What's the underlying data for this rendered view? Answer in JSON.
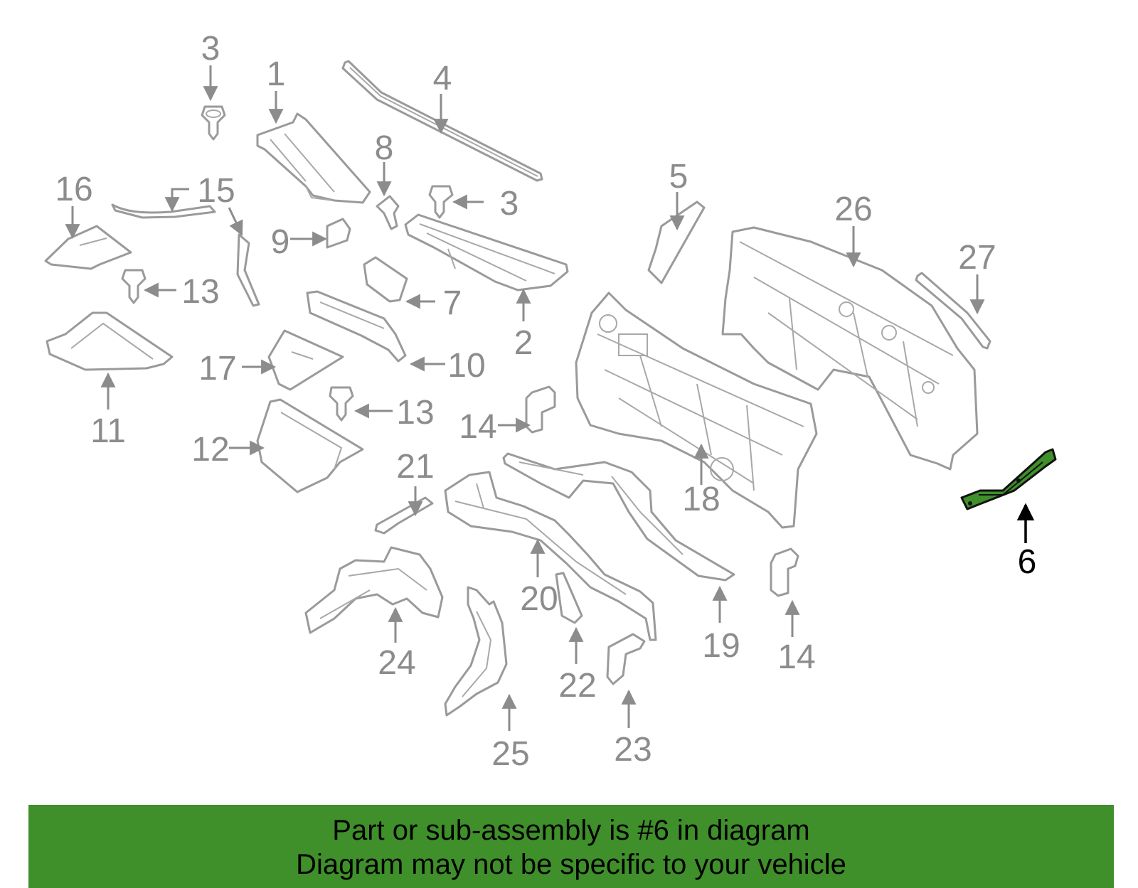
{
  "banner": {
    "line1": "Part or sub-assembly is #6 in diagram",
    "line2": "Diagram may not be specific to your vehicle"
  },
  "callouts": {
    "c1": "1",
    "c2": "2",
    "c3a": "3",
    "c3b": "3",
    "c4": "4",
    "c5": "5",
    "c6": "6",
    "c7": "7",
    "c8": "8",
    "c9": "9",
    "c10": "10",
    "c11": "11",
    "c12": "12",
    "c13a": "13",
    "c13b": "13",
    "c14a": "14",
    "c14b": "14",
    "c15": "15",
    "c16": "16",
    "c17": "17",
    "c18": "18",
    "c19": "19",
    "c20": "20",
    "c21": "21",
    "c22": "22",
    "c23": "23",
    "c24": "24",
    "c25": "25",
    "c26": "26",
    "c27": "27"
  },
  "highlight": {
    "part": "6",
    "color": "#3f8f2a"
  }
}
